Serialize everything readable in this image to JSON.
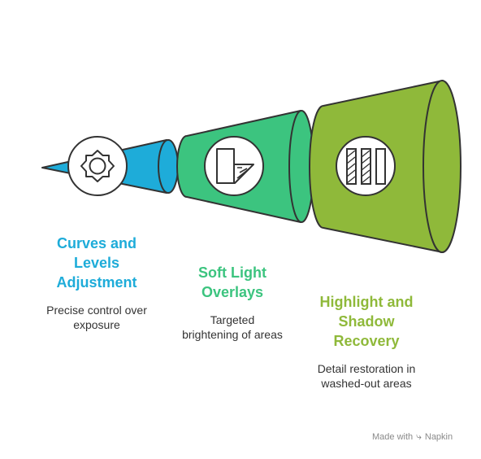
{
  "colors": {
    "stage1": "#1EACD9",
    "stage2": "#3CC47F",
    "stage3": "#8FB93A",
    "stroke": "#333333"
  },
  "stages": [
    {
      "title_lines": [
        "Curves and",
        "Levels",
        "Adjustment"
      ],
      "desc_lines": [
        "Precise control over",
        "exposure"
      ],
      "icon": "gear-sun-icon"
    },
    {
      "title_lines": [
        "Soft Light",
        "Overlays"
      ],
      "desc_lines": [
        "Targeted",
        "brightening of areas"
      ],
      "icon": "layers-overlay-icon"
    },
    {
      "title_lines": [
        "Highlight and",
        "Shadow",
        "Recovery"
      ],
      "desc_lines": [
        "Detail restoration in",
        "washed-out areas"
      ],
      "icon": "striped-bars-icon"
    }
  ],
  "footer": {
    "made_with": "Made with",
    "brand": "Napkin",
    "brand_icon": "napkin-logo-icon"
  }
}
